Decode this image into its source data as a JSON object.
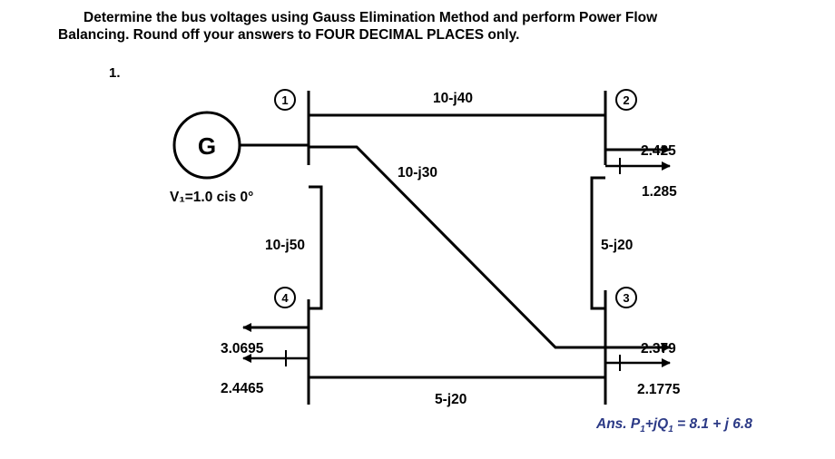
{
  "question": {
    "line1": "Determine the bus voltages using Gauss Elimination Method and perform Power Flow",
    "line2": "Balancing. Round off your answers to FOUR DECIMAL PLACES only.",
    "number": "1."
  },
  "buses": {
    "b1": "1",
    "b2": "2",
    "b3": "3",
    "b4": "4"
  },
  "generator": {
    "symbol": "G",
    "voltage": "V₁=1.0 cis 0°"
  },
  "lines": {
    "l12": "10-j40",
    "l13": "10-j30",
    "l14": "10-j50",
    "l23": "5-j20",
    "l34": "5-j20"
  },
  "loads": {
    "bus2_p": "2.425",
    "bus2_q": "1.285",
    "bus3_p": "2.379",
    "bus3_q": "2.1775",
    "bus4_p": "3.0695",
    "bus4_q": "2.4465"
  },
  "answer": {
    "prefix": "Ans. P",
    "sub1": "1",
    "mid": "+jQ",
    "sub2": "1",
    "suffix": " = 8.1 + j 6.8"
  }
}
